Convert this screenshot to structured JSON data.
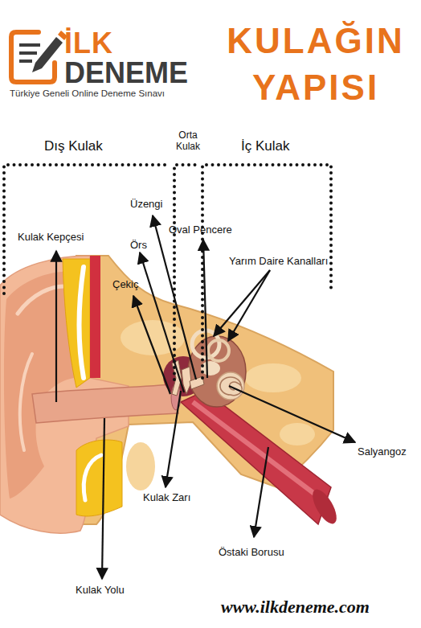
{
  "diagram": {
    "title": "KULAĞIN YAPISI",
    "labels": [
      "İLK",
      "DENEME",
      "Türkiye Geneli Online Deneme Sınavı",
      "Dış Kulak",
      "Orta Kulak",
      "İç Kulak",
      "Üzengi",
      "Oval Pencere",
      "Kulak Kepçesi",
      "Örs",
      "Yarım Daire Kanalları",
      "Çekiç",
      "Salyangoz",
      "Kulak Zarı",
      "Östaki Borusu",
      "Kulak Yolu",
      "www.ilkdeneme.com"
    ]
  }
}
